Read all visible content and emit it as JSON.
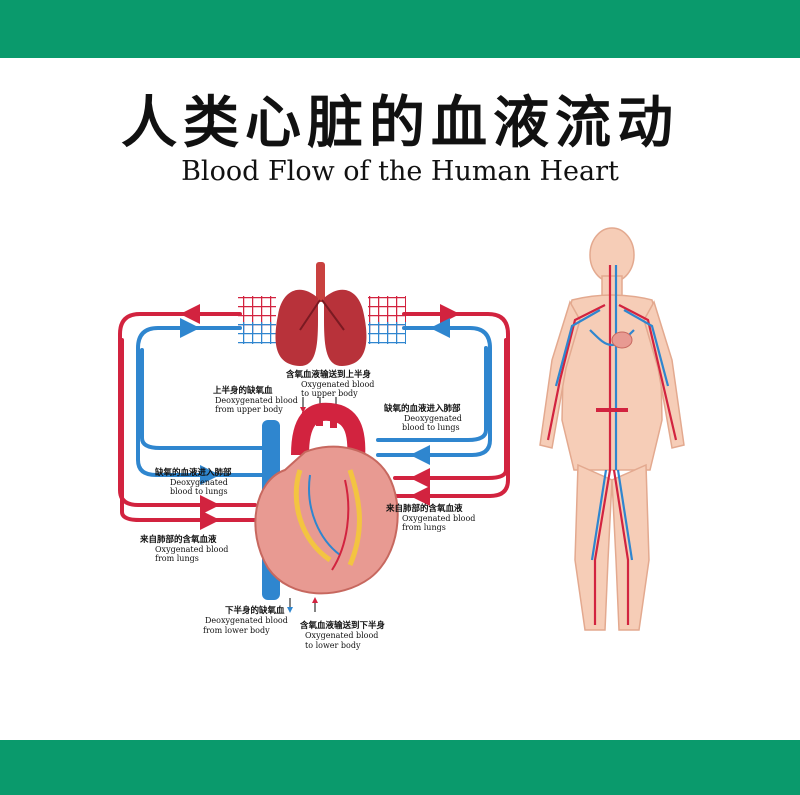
{
  "colors": {
    "band": "#0a9a6c",
    "oxygenated": "#d2233f",
    "deoxygenated": "#2f86cf",
    "skin": "#f6cdb7",
    "heart": "#e89a92",
    "lung": "#b8323a"
  },
  "title": {
    "zh": "人类心脏的血液流动",
    "en": "Blood Flow of the Human Heart"
  },
  "labels": {
    "to_upper": {
      "zh": "含氧血液输送到上半身",
      "en1": "Oxygenated blood",
      "en2": "to upper body"
    },
    "from_upper": {
      "zh": "上半身的缺氧血",
      "en1": "Deoxygenated blood",
      "en2": "from upper body"
    },
    "to_lungs_right": {
      "zh": "缺氧的血液进入肺部",
      "en1": "Deoxygenated",
      "en2": "blood to lungs"
    },
    "to_lungs_left": {
      "zh": "缺氧的血液进入肺部",
      "en1": "Deoxygenated",
      "en2": "blood to lungs"
    },
    "from_lungs_right": {
      "zh": "来自肺部的含氧血液",
      "en1": "Oxygenated blood",
      "en2": "from lungs"
    },
    "from_lungs_left": {
      "zh": "来自肺部的含氧血液",
      "en1": "Oxygenated blood",
      "en2": "from lungs"
    },
    "from_lower": {
      "zh": "下半身的缺氧血",
      "en1": "Deoxygenated blood",
      "en2": "from lower body"
    },
    "to_lower": {
      "zh": "含氧血液输送到下半身",
      "en1": "Oxygenated blood",
      "en2": "to lower body"
    }
  }
}
